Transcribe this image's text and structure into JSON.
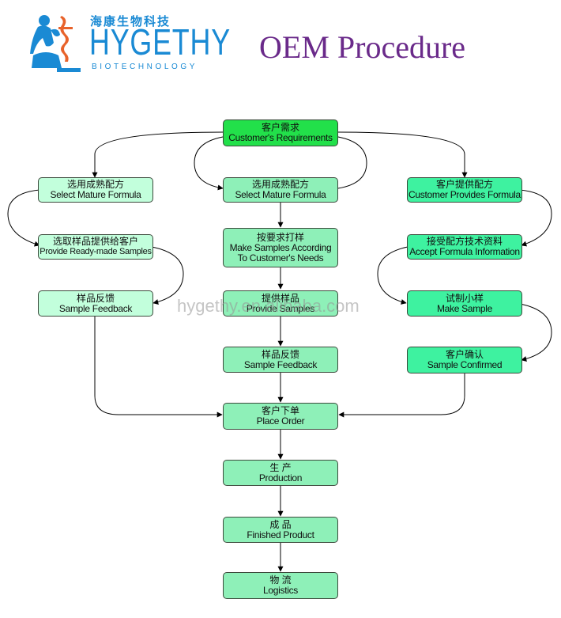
{
  "header": {
    "logo_cn": "海康生物科技",
    "logo_en": "HYGETHY",
    "logo_sub": "BIOTECHNOLOGY",
    "title": "OEM Procedure"
  },
  "watermark": "hygethy.en.alibaba.com",
  "colors": {
    "title": "#6a2a8a",
    "brand": "#1a8ad4",
    "node_top": "#22e04a",
    "node_center": "#8ef0b8",
    "node_right": "#3ef2a0",
    "node_left": "#c2ffdc"
  },
  "nodes": {
    "customer_requirements": {
      "cn": "客户需求",
      "en": "Customer's Requirements"
    },
    "left_select_formula": {
      "cn": "选用成熟配方",
      "en": "Select Mature Formula"
    },
    "center_select_formula": {
      "cn": "选用成熟配方",
      "en": "Select Mature Formula"
    },
    "right_customer_formula": {
      "cn": "客户提供配方",
      "en": "Customer Provides Formula"
    },
    "left_ready_samples": {
      "cn": "选取样品提供给客户",
      "en": "Provide Ready-made Samples"
    },
    "center_make_samples": {
      "cn": "按要求打样",
      "en": "Make Samples According",
      "en2": "To Customer's Needs"
    },
    "right_accept_info": {
      "cn": "接受配方技术资料",
      "en": "Accept Formula Information"
    },
    "left_feedback": {
      "cn": "样品反馈",
      "en": "Sample Feedback"
    },
    "center_provide_samples": {
      "cn": "提供样品",
      "en": "Provide Samples"
    },
    "right_make_sample": {
      "cn": "试制小样",
      "en": "Make Sample"
    },
    "center_feedback": {
      "cn": "样品反馈",
      "en": "Sample Feedback"
    },
    "right_confirmed": {
      "cn": "客户确认",
      "en": "Sample Confirmed"
    },
    "place_order": {
      "cn": "客户下单",
      "en": "Place Order"
    },
    "production": {
      "cn": "生 产",
      "en": "Production"
    },
    "finished_product": {
      "cn": "成 品",
      "en": "Finished Product"
    },
    "logistics": {
      "cn": "物 流",
      "en": "Logistics"
    }
  }
}
